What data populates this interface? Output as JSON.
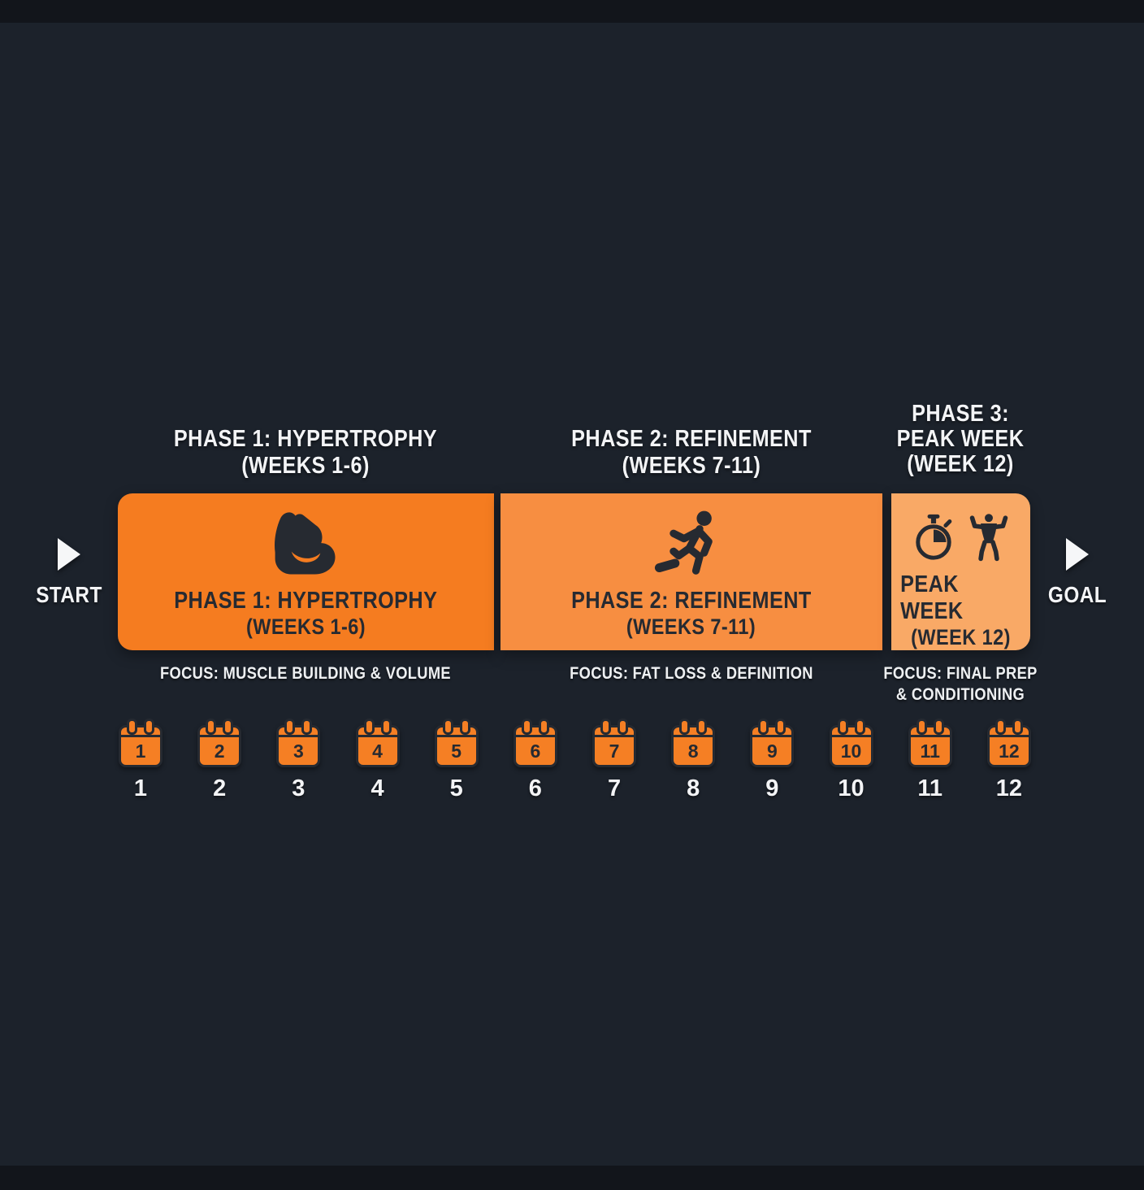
{
  "colors": {
    "background": "#1c222b",
    "edge_band": "#12151b",
    "phase1": "#f57c20",
    "phase2": "#f78e41",
    "phase3": "#f9a966",
    "calendar": "#f57f24",
    "dark_ink": "#262a31",
    "white_ink": "#f3f4f6"
  },
  "start": {
    "label": "START"
  },
  "goal": {
    "label": "GOAL"
  },
  "phases": [
    {
      "header_line1": "PHASE 1: HYPERTROPHY",
      "header_line2": "(WEEKS 1-6)",
      "block_title": "PHASE 1: HYPERTROPHY",
      "block_subtitle": "(WEEKS 1-6)",
      "focus_line1": "FOCUS: MUSCLE BUILDING & VOLUME",
      "icon": "flexed-bicep",
      "color": "#f57c20"
    },
    {
      "header_line1": "PHASE 2: REFINEMENT",
      "header_line2": "(WEEKS 7-11)",
      "block_title": "PHASE 2: REFINEMENT",
      "block_subtitle": "(WEEKS 7-11)",
      "focus_line1": "FOCUS: FAT LOSS & DEFINITION",
      "icon": "running-person",
      "color": "#f78e41"
    },
    {
      "header_line1": "PHASE 3:",
      "header_line2": "PEAK WEEK",
      "header_line3": "(WEEK 12)",
      "block_title": "PEAK WEEK",
      "block_subtitle": "(WEEK 12)",
      "focus_line1": "FOCUS: FINAL PREP",
      "focus_line2": "& CONDITIONING",
      "icon": "stopwatch-and-bodybuilder",
      "color": "#f9a966"
    }
  ],
  "weeks": [
    "1",
    "2",
    "3",
    "4",
    "5",
    "6",
    "7",
    "8",
    "9",
    "10",
    "11",
    "12"
  ]
}
